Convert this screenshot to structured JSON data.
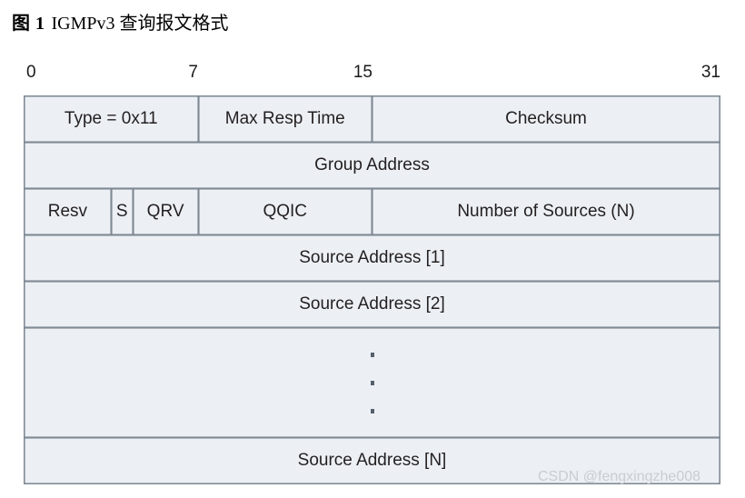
{
  "figure": {
    "label": "图 1",
    "text": "IGMPv3 查询报文格式"
  },
  "bit_ruler": {
    "ticks": [
      "0",
      "7",
      "15",
      "31"
    ]
  },
  "packet_table": {
    "rows": [
      {
        "name": "header-row",
        "cells": [
          {
            "label": "Type = 0x11",
            "span": 8
          },
          {
            "label": "Max Resp Time",
            "span": 8
          },
          {
            "label": "Checksum",
            "span": 16
          }
        ]
      },
      {
        "name": "group-address-row",
        "cells": [
          {
            "label": "Group Address",
            "span": 32
          }
        ]
      },
      {
        "name": "resv-row",
        "cells": [
          {
            "label": "Resv",
            "span": 4
          },
          {
            "label": "S",
            "span": 1
          },
          {
            "label": "QRV",
            "span": 3
          },
          {
            "label": "QQIC",
            "span": 8
          },
          {
            "label": "Number of Sources (N)",
            "span": 16
          }
        ]
      },
      {
        "name": "source-address-1-row",
        "cells": [
          {
            "label": "Source Address [1]",
            "span": 32
          }
        ]
      },
      {
        "name": "source-address-2-row",
        "cells": [
          {
            "label": "Source Address [2]",
            "span": 32
          }
        ]
      },
      {
        "name": "ellipsis-row",
        "cells": [
          {
            "label": "",
            "span": 32
          }
        ]
      },
      {
        "name": "source-address-n-row",
        "cells": [
          {
            "label": "Source Address [N]",
            "span": 32
          }
        ]
      }
    ]
  },
  "watermark": {
    "text": "CSDN @fengxingzhe008"
  },
  "colors": {
    "cell_fill": "#ecf0f5",
    "cell_border": "#808a94",
    "text": "#231f20",
    "watermark": "#c9cdd2"
  }
}
